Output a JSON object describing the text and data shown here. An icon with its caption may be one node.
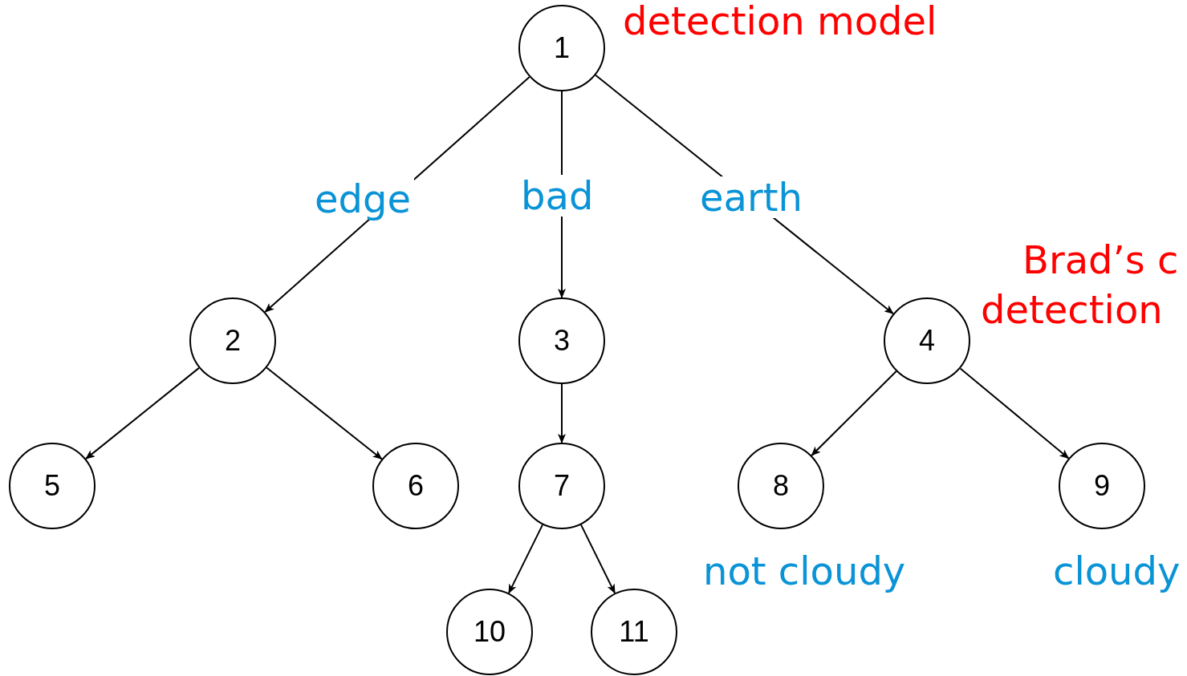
{
  "diagram": {
    "nodes": [
      {
        "text": [
          "1"
        ]
      },
      {
        "text": [
          "2"
        ]
      },
      {
        "text": [
          "3"
        ]
      },
      {
        "text": [
          "4"
        ]
      },
      {
        "text": [
          "5"
        ]
      },
      {
        "text": [
          "6"
        ]
      },
      {
        "text": [
          "7"
        ]
      },
      {
        "text": [
          "8"
        ],
        "beside": [
          "not cloudy"
        ]
      },
      {
        "text": [
          "9"
        ],
        "beside": [
          "cloudy"
        ]
      },
      {
        "text": [
          "10"
        ]
      },
      {
        "text": [
          "11"
        ]
      }
    ],
    "edges": [
      {
        "from": 0,
        "to": 1,
        "arrow": "to",
        "label": "edge"
      },
      {
        "from": 0,
        "to": 2,
        "arrow": "to",
        "label": "bad"
      },
      {
        "from": 0,
        "to": 3,
        "arrow": "to",
        "label": "earth"
      },
      {
        "from": 1,
        "to": 4,
        "arrow": "to"
      },
      {
        "from": 1,
        "to": 5,
        "arrow": "to"
      },
      {
        "from": 2,
        "to": 6,
        "arrow": "to"
      },
      {
        "from": 3,
        "to": 7,
        "arrow": "to"
      },
      {
        "from": 3,
        "to": 8,
        "arrow": "to"
      },
      {
        "from": 6,
        "to": 9,
        "arrow": "to"
      },
      {
        "from": 6,
        "to": 10,
        "arrow": "to"
      }
    ],
    "labels": [
      "detection model",
      "Brad’s c",
      "detection"
    ]
  }
}
